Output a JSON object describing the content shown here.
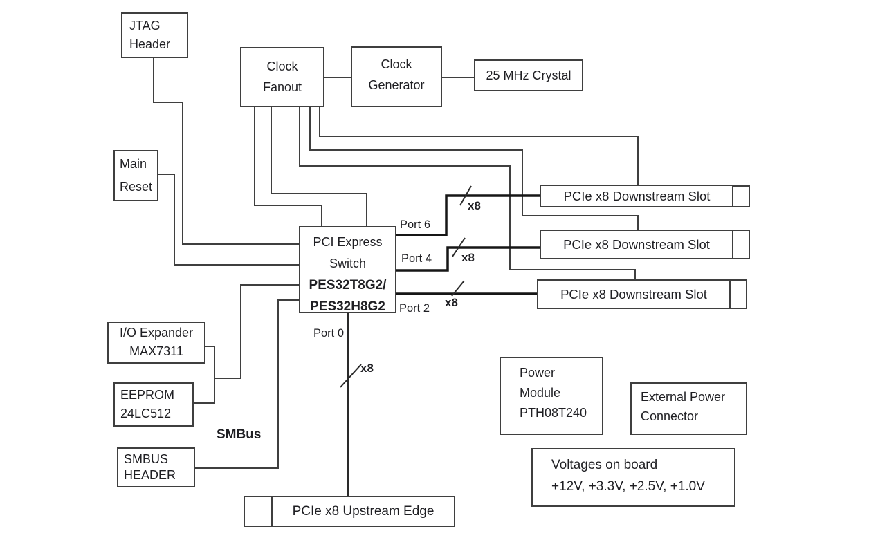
{
  "diagram": {
    "boxes": {
      "jtag_header": {
        "lines": [
          "JTAG",
          "Header"
        ]
      },
      "clock_fanout": {
        "lines": [
          "Clock",
          "Fanout"
        ]
      },
      "clock_generator": {
        "lines": [
          "Clock",
          "Generator"
        ]
      },
      "crystal": {
        "label": "25 MHz Crystal"
      },
      "main_reset": {
        "lines": [
          "Main",
          "Reset"
        ]
      },
      "pci_switch": {
        "lines": [
          "PCI Express",
          "Switch",
          "PES32T8G2/",
          "PES32H8G2"
        ]
      },
      "io_expander": {
        "lines": [
          "I/O Expander",
          "MAX7311"
        ]
      },
      "eeprom": {
        "lines": [
          "EEPROM",
          "24LC512"
        ]
      },
      "smbus_header": {
        "lines": [
          "SMBUS",
          "HEADER"
        ]
      },
      "upstream_edge": {
        "label": "PCIe x8 Upstream Edge"
      },
      "downstream_slots": [
        {
          "label": "PCIe x8 Downstream Slot"
        },
        {
          "label": "PCIe x8 Downstream Slot"
        },
        {
          "label": "PCIe x8 Downstream Slot"
        }
      ],
      "power_module": {
        "lines": [
          "Power",
          "Module",
          "PTH08T240"
        ]
      },
      "external_power": {
        "lines": [
          "External Power",
          "Connector"
        ]
      },
      "voltages": {
        "lines": [
          "Voltages on board",
          "+12V, +3.3V, +2.5V, +1.0V"
        ]
      }
    },
    "port_labels": {
      "port6": "Port 6",
      "port4": "Port 4",
      "port2": "Port 2",
      "port0": "Port 0"
    },
    "bus_width_label": "x8",
    "smbus_label": "SMBus",
    "colors": {
      "background": "#ffffff",
      "wire": "#3f3f3f",
      "bus": "#161616",
      "text": "#1f1f23"
    }
  }
}
